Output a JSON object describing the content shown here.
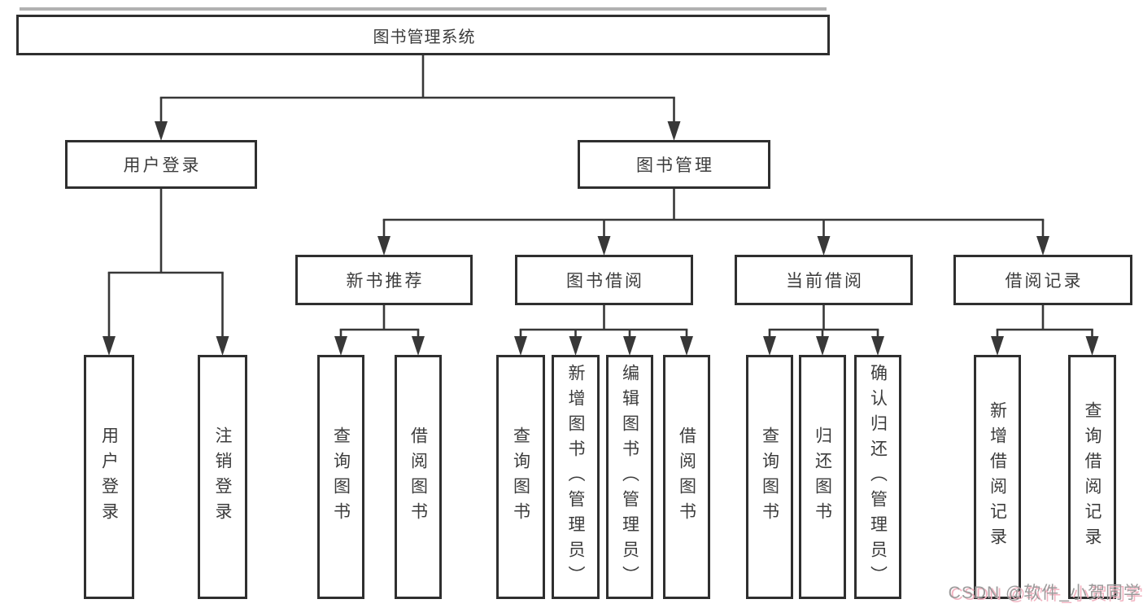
{
  "diagram": {
    "line_color": "#383838",
    "border_color": "#2f2f2f",
    "text_color": "#3c3c3c",
    "nodes": {
      "root": {
        "label": "图书管理系统",
        "children": [
          "login",
          "mgmt"
        ]
      },
      "login": {
        "label": "用户登录",
        "children": [
          "userLogin",
          "logout"
        ]
      },
      "mgmt": {
        "label": "图书管理",
        "children": [
          "newbook",
          "borrow",
          "current",
          "records"
        ]
      },
      "newbook": {
        "label": "新书推荐",
        "children": [
          "nbQuery",
          "nbBorrow"
        ]
      },
      "borrow": {
        "label": "图书借阅",
        "children": [
          "bQuery",
          "bAdd",
          "bEdit",
          "bBorrow"
        ]
      },
      "current": {
        "label": "当前借阅",
        "children": [
          "cQuery",
          "cReturn",
          "cConfirm"
        ]
      },
      "records": {
        "label": "借阅记录",
        "children": [
          "rAdd",
          "rQuery"
        ]
      },
      "userLogin": {
        "label": "用户登录"
      },
      "logout": {
        "label": "注销登录"
      },
      "nbQuery": {
        "label": "查询图书"
      },
      "nbBorrow": {
        "label": "借阅图书"
      },
      "bQuery": {
        "label": "查询图书"
      },
      "bAdd": {
        "label": "新增图书（管理员）"
      },
      "bEdit": {
        "label": "编辑图书（管理员）"
      },
      "bBorrow": {
        "label": "借阅图书"
      },
      "cQuery": {
        "label": "查询图书"
      },
      "cReturn": {
        "label": "归还图书"
      },
      "cConfirm": {
        "label": "确认归还（管理员）"
      },
      "rAdd": {
        "label": "新增借阅记录"
      },
      "rQuery": {
        "label": "查询借阅记录"
      }
    }
  },
  "watermark": {
    "text": "CSDN @软件_小贺同学",
    "color": "#9b9b9b",
    "shadow_color": "#f2b3c1"
  }
}
